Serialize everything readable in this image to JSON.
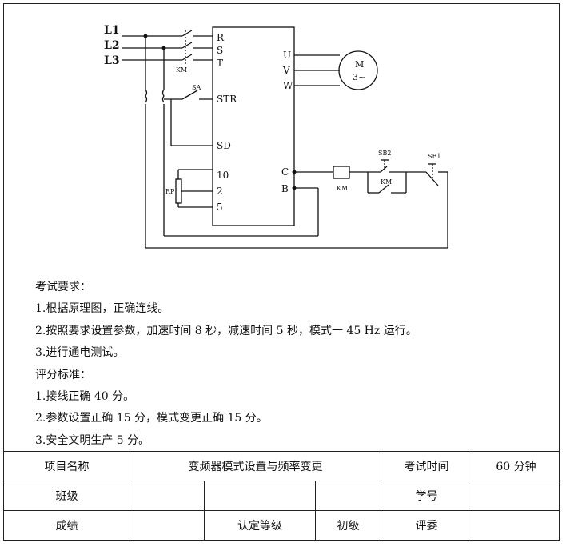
{
  "diagram": {
    "lines": [
      "L1",
      "L2",
      "L3"
    ],
    "inverter_terms_left": [
      "R",
      "S",
      "T",
      "STR",
      "SD",
      "10",
      "2",
      "5"
    ],
    "inverter_terms_right": [
      "U",
      "V",
      "W",
      "C",
      "B"
    ],
    "motor": [
      "M",
      "3~"
    ],
    "contactor_small": "KM",
    "switch_sa": "SA",
    "pot_rp": "RP",
    "coil_km": "KM",
    "sb2": "SB2",
    "sb1": "SB1",
    "km_contact": "KM"
  },
  "requirements": {
    "title": "考试要求：",
    "items": [
      "1.根据原理图，正确连线。",
      "2.按照要求设置参数，加速时间 8 秒，减速时间 5 秒，模式一 45 Hz 运行。",
      "3.进行通电测试。"
    ]
  },
  "scoring": {
    "title": "评分标准：",
    "items": [
      "1.接线正确  40 分。",
      "2.参数设置正确 15 分，模式变更正确 15 分。",
      "3.安全文明生产 5 分。"
    ]
  },
  "info_table": {
    "project_label": "项目名称",
    "project_value": "变频器模式设置与频率变更",
    "time_label": "考试时间",
    "time_value": "60 分钟",
    "class_label": "班级",
    "id_label": "学号",
    "score_label": "成绩",
    "level_label": "认定等级",
    "level_value": "初级",
    "judge_label": "评委"
  }
}
